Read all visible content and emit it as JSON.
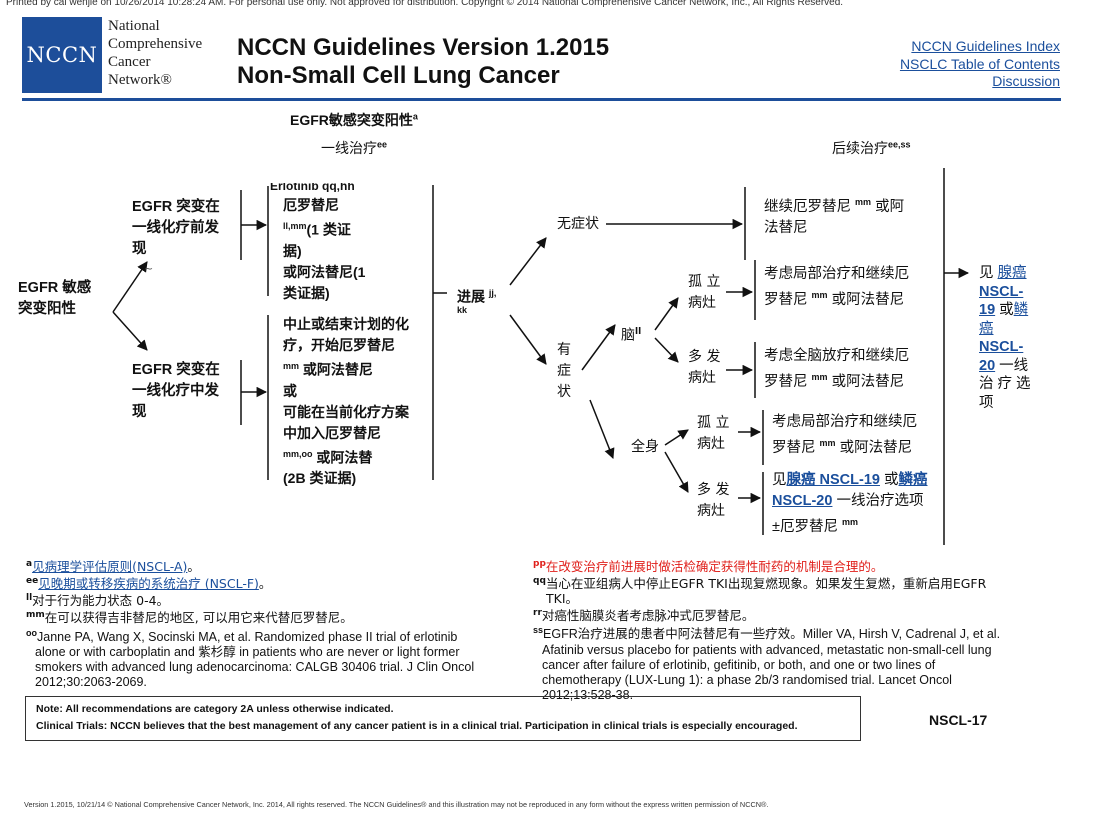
{
  "header": {
    "printed_line": "Printed by cai wenjie on 10/26/2014 10:28:24 AM. For personal use only. Not approved for distribution. Copyright © 2014 National Comprehensive Cancer Network, Inc., All Rights Reserved.",
    "logo_mark": "NCCN",
    "logo_line1": "National",
    "logo_line2": "Comprehensive",
    "logo_line3": "Cancer",
    "logo_line4": "Network®",
    "title_line1": "NCCN Guidelines Version 1.2015",
    "title_line2": "Non-Small Cell Lung Cancer",
    "links": [
      "NCCN Guidelines Index",
      "NSCLC Table of Contents",
      "Discussion"
    ]
  },
  "chart": {
    "main_header": "EGFR敏感突变阳性",
    "main_header_sup": "a",
    "col_first_line": "一线治疗",
    "col_first_line_sup": "ee",
    "col_subsequent": "后续治疗",
    "col_subsequent_sup": "ee,ss",
    "root_line1": "EGFR 敏感",
    "root_line2": "突变阳性",
    "before_line1": "EGFR 突变在",
    "before_line2": "一线化疗前发",
    "before_line3": "现",
    "before_cut_top": "Erlotinib qq,hh",
    "before_tilde": "~",
    "before_tx1": "厄罗替尼",
    "before_tx2_sup": "ll,mm",
    "before_tx2": "(1 类证",
    "before_tx3": "据)",
    "before_tx4": "或阿法替尼(1",
    "before_tx5": "类证据)",
    "during_line1": "EGFR 突变在",
    "during_line2": "一线化疗中发",
    "during_line3": "现",
    "during_tx1": "中止或结束计划的化",
    "during_tx2": "疗，开始厄罗替尼",
    "during_tx3_sup": "mm",
    "during_tx3": "或阿法替尼",
    "during_tx4": "或",
    "during_tx5": "可能在当前化疗方案",
    "during_tx6": "中加入厄罗替尼",
    "during_tx7_sup": "mm,oo",
    "during_tx7": "或阿法替",
    "during_tx8": "(2B 类证据)",
    "progression": "进展",
    "progression_sup1": "jj,",
    "progression_sup2": "kk",
    "asymptomatic": "无症状",
    "symptomatic_1": "有",
    "symptomatic_2": "症",
    "symptomatic_3": "状",
    "brain": "脑",
    "brain_sup": "ll",
    "systemic": "全身",
    "brain_solitary_1": "孤 立",
    "brain_solitary_2": "病灶",
    "brain_multiple_1": "多 发",
    "brain_multiple_2": "病灶",
    "sys_solitary_1": "孤 立",
    "sys_solitary_2": "病灶",
    "sys_multiple_1": "多 发",
    "sys_multiple_2": "病灶",
    "asym_tx1": "继续厄罗替尼",
    "asym_tx1_sup": "mm",
    "asym_tx1b": "或阿",
    "asym_tx2": "法替尼",
    "bs_tx1": "考虑局部治疗和继续厄",
    "bs_tx2": "罗替尼",
    "bs_tx2_sup": "mm",
    "bs_tx2b": "或阿法替尼",
    "bm_tx1": "考虑全脑放疗和继续厄",
    "bm_tx2": "罗替尼",
    "bm_tx2_sup": "mm",
    "bm_tx2b": "或阿法替尼",
    "ss_tx1": "考虑局部治疗和继续厄",
    "ss_tx2": "罗替尼",
    "ss_tx2_sup": "mm",
    "ss_tx2b": "或阿法替尼",
    "sm_see": "见",
    "sm_link1": "腺癌 NSCL-19",
    "sm_or": "或",
    "sm_link2": "鳞癌",
    "sm_link3": "NSCL-20",
    "sm_tail": "一线治疗选项",
    "sm_tx3": "±厄罗替尼",
    "sm_tx3_sup": "mm",
    "right_see": "见",
    "right_link1": "腺癌",
    "right_link2": "NSCL-",
    "right_link3": "19",
    "right_or": "或",
    "right_link4": "鳞",
    "right_link5": "癌",
    "right_link6": "NSCL-",
    "right_link7": "20",
    "right_tail1": "一线",
    "right_tail2": "治 疗 选",
    "right_tail3": "项"
  },
  "footnotes_left": {
    "a_sup": "a",
    "a_text": "见病理学评估原则(NSCL-A)",
    "a_end": "。",
    "ee_sup": "ee",
    "ee_text": "见晚期或转移疾病的系统治疗 (NSCL-F)",
    "ee_end": "。",
    "ll_sup": "ll",
    "ll_text": "对于行为能力状态 0-4。",
    "mm_sup": "mm",
    "mm_text": "在可以获得吉非替尼的地区, 可以用它来代替厄罗替尼。",
    "oo_sup": "oo",
    "oo_text1": "Janne PA, Wang X, Socinski MA, et al. Randomized phase II trial of erlotinib",
    "oo_text2": "alone or with carboplatin and 紫杉醇 in patients who are never or light former",
    "oo_text3": "smokers with advanced lung adenocarcinoma: CALGB 30406 trial. J Clin Oncol",
    "oo_text4": "2012;30:2063-2069."
  },
  "footnotes_right": {
    "pp_sup": "pp",
    "pp_text": "在改变治疗前进展时做活检确定获得性耐药的机制是合理的。",
    "qq_sup": "qq",
    "qq_text1": "当心在亚组病人中停止EGFR TKI出现复燃现象。如果发生复燃，重新启用EGFR",
    "qq_text2": "TKI。",
    "rr_sup": "rr",
    "rr_text": "对癌性脑膜炎者考虑脉冲式厄罗替尼。",
    "ss_sup": "ss",
    "ss_text1": "EGFR治疗进展的患者中阿法替尼有一些疗效。Miller VA, Hirsh V, Cadrenal J,  et al.",
    "ss_text2": "Afatinib versus placebo for patients with advanced, metastatic non-small-cell lung",
    "ss_text3": "cancer after failure of erlotinib, gefitinib, or both, and one or two lines of",
    "ss_text4": "chemotherapy (LUX-Lung 1): a phase 2b/3 randomised trial.  Lancet Oncol",
    "ss_text5": "2012;13:528-38."
  },
  "note": {
    "line1": "Note:  All recommendations are category 2A unless otherwise indicated.",
    "line2": "Clinical Trials: NCCN believes that the best management of any cancer patient is in a clinical trial. Participation in clinical trials is especially encouraged."
  },
  "page_id": "NSCL-17",
  "copyright": "Version 1.2015, 10/21/14 © National Comprehensive Cancer Network, Inc. 2014, All rights reserved. The NCCN Guidelines® and this illustration may not be reproduced in any form without the express written permission of NCCN®.",
  "colors": {
    "brand_blue": "#1d4e9a",
    "link_blue": "#1b4f9c",
    "warning_red": "#e0201b"
  }
}
